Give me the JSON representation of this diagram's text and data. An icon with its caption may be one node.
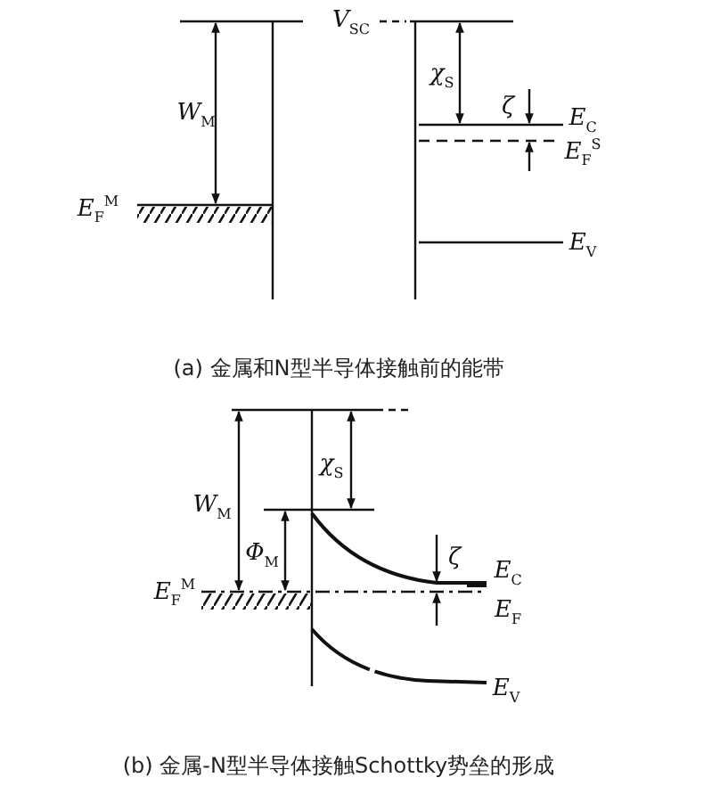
{
  "diagram": {
    "labels": [
      "*V*$_{SC}$",
      "*W*$_{M}$",
      "*E*$_{F}$$^{M}$",
      "*χ*$_{S}$",
      "*ζ*",
      "*E*$_{C}$",
      "*E*$_{F}$$^{S}$",
      "*E*$_{V}$",
      "(a) 金属和N型半导体接触前的能带",
      "*χ*$_{S}$",
      "*W*$_{M}$",
      "*Φ*$_{M}$",
      "*ζ*",
      "*E*$_{C}$",
      "*E*$_{F}$$^{M}$",
      "*E*$_{F}$",
      "*E*$_{V}$",
      "(b) 金属-N型半导体接触Schottky势垒的形成"
    ]
  }
}
